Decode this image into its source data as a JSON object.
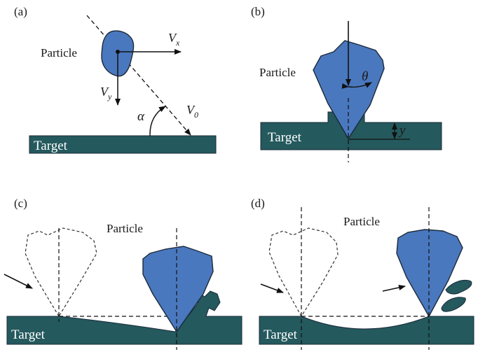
{
  "panels": [
    {
      "tag": "(a)",
      "particle": "Particle",
      "target": "Target",
      "symbols": {
        "vx": "V",
        "vx_sub": "x",
        "vy": "V",
        "vy_sub": "y",
        "v0": "V",
        "v0_sub": "0",
        "alpha": "α"
      }
    },
    {
      "tag": "(b)",
      "particle": "Particle",
      "target": "Target",
      "symbols": {
        "theta": "θ",
        "y": "y"
      }
    },
    {
      "tag": "(c)",
      "particle": "Particle",
      "target": "Target"
    },
    {
      "tag": "(d)",
      "particle": "Particle",
      "target": "Target"
    }
  ],
  "colors": {
    "particle": "#4a78be",
    "target": "#24595d",
    "outline": "#1b2a3a"
  }
}
